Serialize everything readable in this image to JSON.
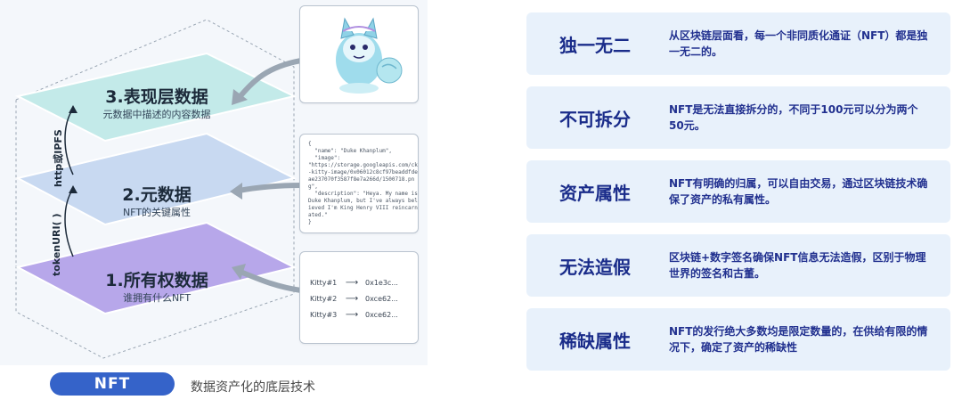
{
  "layers": [
    {
      "title": "3.表现层数据",
      "subtitle": "元数据中描述的内容数据",
      "color": "#c3eae9"
    },
    {
      "title": "2.元数据",
      "subtitle": "NFT的关键属性",
      "color": "#c8d9f1"
    },
    {
      "title": "1.所有权数据",
      "subtitle": "谁拥有什么NFT",
      "color": "#b7a7ea"
    }
  ],
  "links": {
    "upper": "http或IPFS",
    "lower": "tokenURI( )"
  },
  "metadata_json": "{\n  \"name\": \"Duke Khanplum\",\n  \"image\":\n\"https://storage.googleapis.com/ck-kitty-image/0x06012c8cf97beaddfde ae237070f3587f8e7a266d/1500718.png\",\n  \"description\": \"Heya. My name is Duke Khanplum, but I've always believed I'm King Henry VIII reincarnated.\"\n}",
  "ownership": [
    {
      "name": "Kitty#1",
      "arrow": "⟶",
      "value": "0x1e3c..."
    },
    {
      "name": "Kitty#2",
      "arrow": "⟶",
      "value": "0xce62..."
    },
    {
      "name": "Kitty#3",
      "arrow": "⟶",
      "value": "0xce62..."
    }
  ],
  "caption": {
    "badge": "NFT",
    "text": "数据资产化的底层技术"
  },
  "features": [
    {
      "title": "独一无二",
      "desc": "从区块链层面看，每一个非同质化通证（NFT）都是独一无二的。"
    },
    {
      "title": "不可拆分",
      "desc": "NFT是无法直接拆分的，不同于100元可以分为两个50元。"
    },
    {
      "title": "资产属性",
      "desc": "NFT有明确的归属，可以自由交易，通过区块链技术确保了资产的私有属性。"
    },
    {
      "title": "无法造假",
      "desc": "区块链+数字签名确保NFT信息无法造假，区别于物理世界的签名和古董。"
    },
    {
      "title": "稀缺属性",
      "desc": "NFT的发行绝大多数均是限定数量的，在供给有限的情况下，确定了资产的稀缺性"
    }
  ],
  "colors": {
    "accent": "#3563c9",
    "feature_bg": "#e8f1fb",
    "feature_text": "#1a2c8a"
  },
  "icons": [
    "cryptokitty-image",
    "arrow-icon"
  ]
}
